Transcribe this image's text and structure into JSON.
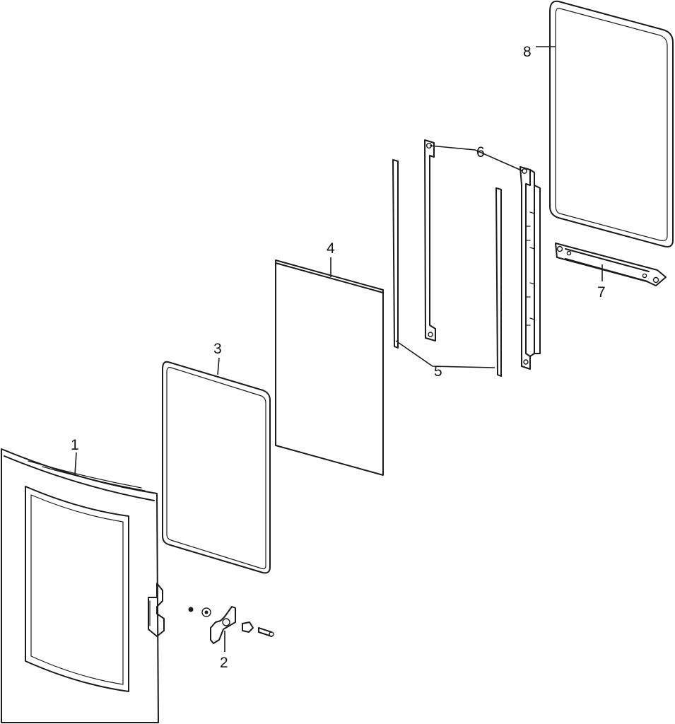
{
  "diagram": {
    "callouts": [
      {
        "id": "door-frame",
        "label": "1"
      },
      {
        "id": "hinge-assembly",
        "label": "2"
      },
      {
        "id": "inner-gasket-frame",
        "label": "3"
      },
      {
        "id": "glass-panel",
        "label": "4"
      },
      {
        "id": "side-strips",
        "label": "5"
      },
      {
        "id": "side-brackets",
        "label": "6"
      },
      {
        "id": "bottom-bracket",
        "label": "7"
      },
      {
        "id": "outer-frame",
        "label": "8"
      }
    ]
  }
}
